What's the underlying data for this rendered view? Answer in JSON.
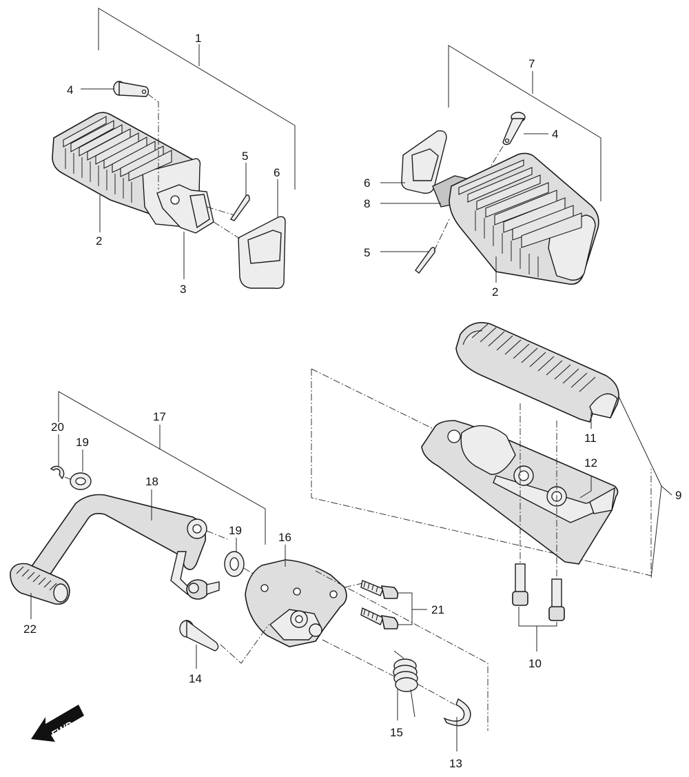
{
  "labels": {
    "p1": "1",
    "p2a": "2",
    "p2b": "2",
    "p3": "3",
    "p4a": "4",
    "p4b": "4",
    "p5a": "5",
    "p5b": "5",
    "p6a": "6",
    "p6b": "6",
    "p7": "7",
    "p8": "8",
    "p9": "9",
    "p10": "10",
    "p11": "11",
    "p12": "12",
    "p13": "13",
    "p14": "14",
    "p15": "15",
    "p16": "16",
    "p17": "17",
    "p18": "18",
    "p19a": "19",
    "p19b": "19",
    "p20": "20",
    "p21": "21",
    "p22": "22"
  },
  "fwd_arrow": {
    "text": "FWD"
  }
}
